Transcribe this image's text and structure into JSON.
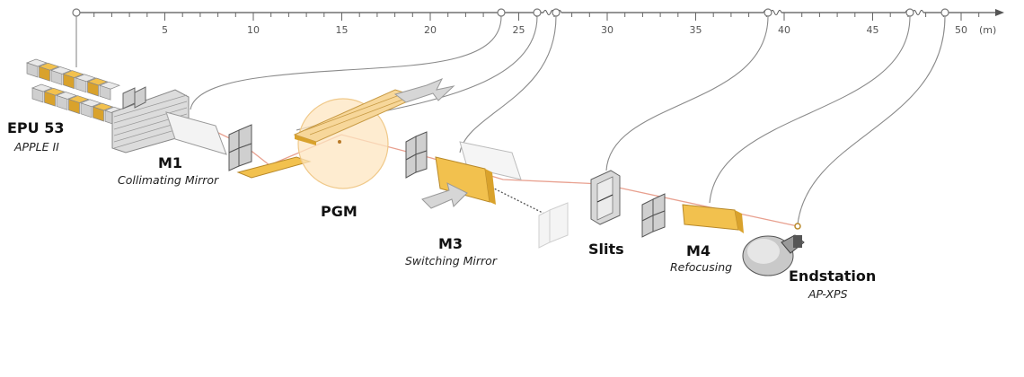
{
  "axis": {
    "ticks": [
      "5",
      "10",
      "15",
      "20",
      "25",
      "30",
      "35",
      "40",
      "45",
      "50"
    ],
    "unit": "(m)"
  },
  "components": [
    {
      "key": "epu",
      "name": "EPU 53",
      "sub": "APPLE II"
    },
    {
      "key": "m1",
      "name": "M1",
      "sub": "Collimating Mirror"
    },
    {
      "key": "pgm",
      "name": "PGM",
      "sub": ""
    },
    {
      "key": "m3",
      "name": "M3",
      "sub": "Switching Mirror"
    },
    {
      "key": "slits",
      "name": "Slits",
      "sub": ""
    },
    {
      "key": "m4",
      "name": "M4",
      "sub": "Refocusing"
    },
    {
      "key": "end",
      "name": "Endstation",
      "sub": "AP-XPS"
    }
  ],
  "colors": {
    "mirror": "#f2c14e",
    "mirror_dark": "#d9a22c",
    "pgm_circle": "#fde6c0",
    "beam": "#e8a08f",
    "axis": "#555555",
    "leader": "#8a8a8a"
  }
}
